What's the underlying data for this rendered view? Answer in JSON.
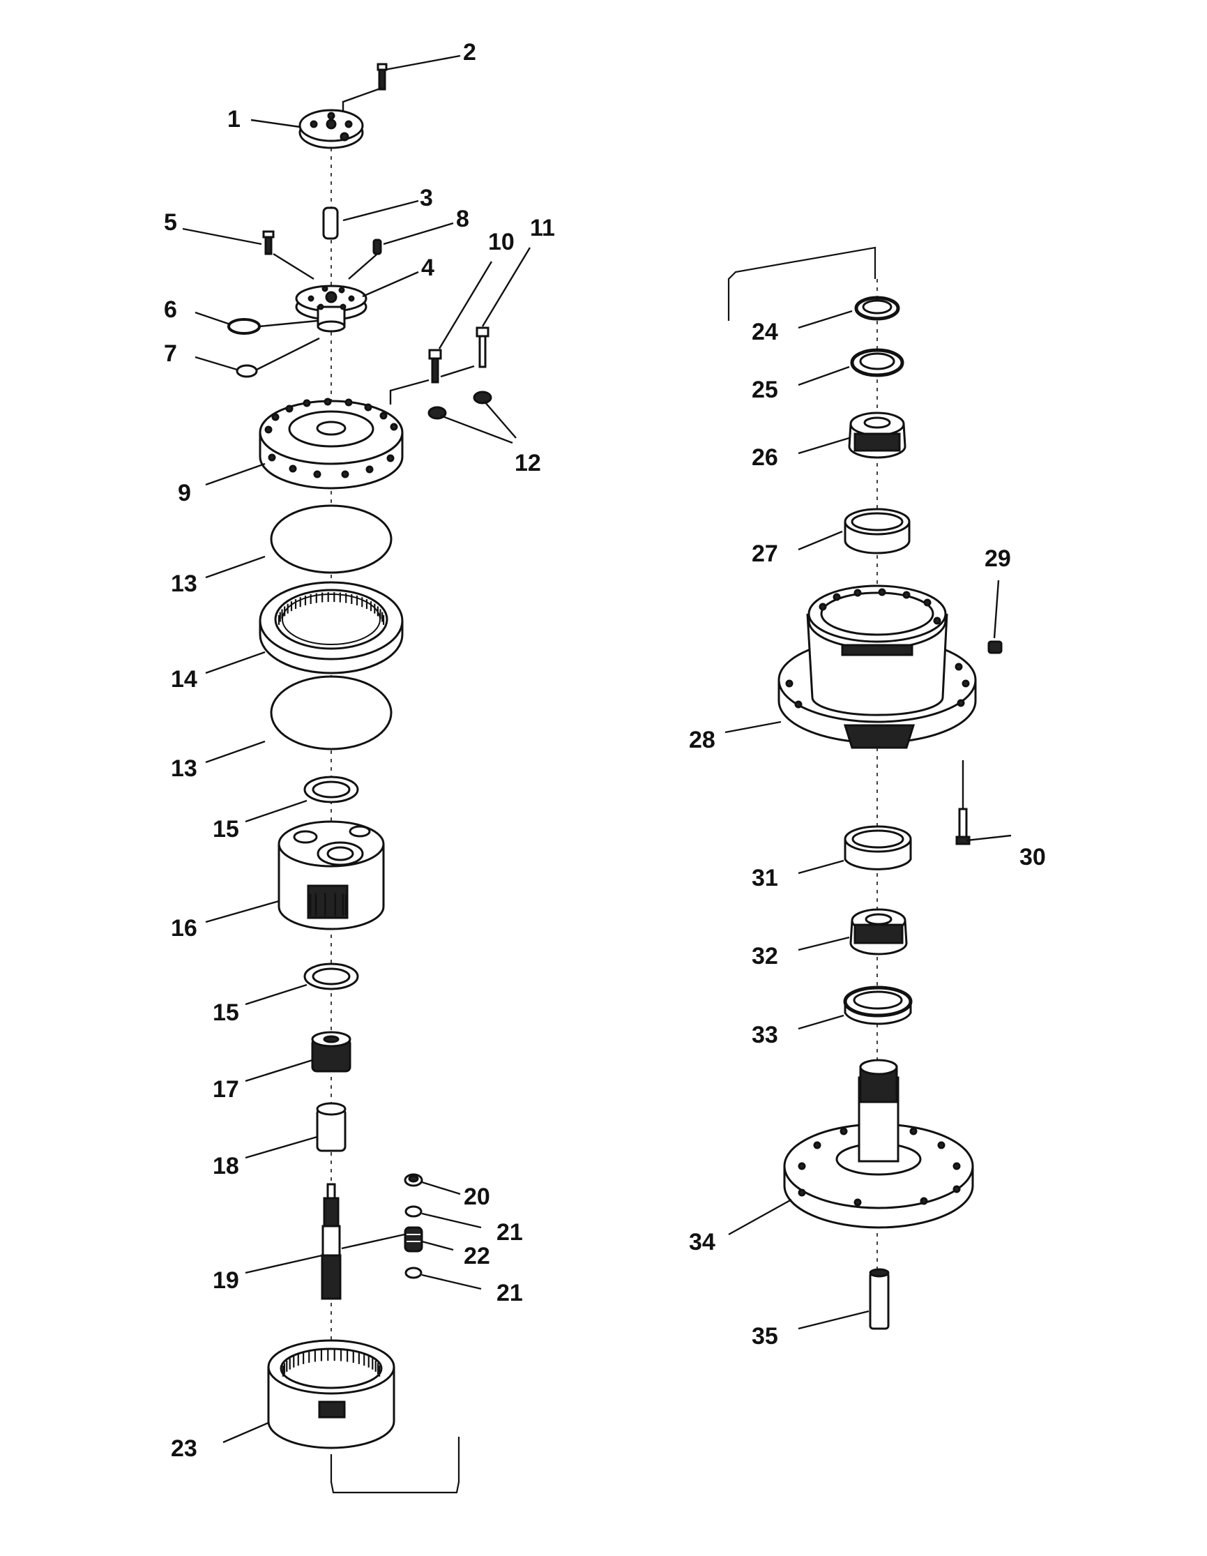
{
  "callouts": {
    "c1": "1",
    "c2": "2",
    "c3": "3",
    "c4": "4",
    "c5": "5",
    "c6": "6",
    "c7": "7",
    "c8": "8",
    "c9": "9",
    "c10": "10",
    "c11": "11",
    "c12": "12",
    "c13a": "13",
    "c13b": "13",
    "c14": "14",
    "c15a": "15",
    "c15b": "15",
    "c16": "16",
    "c17": "17",
    "c18": "18",
    "c19": "19",
    "c20": "20",
    "c21a": "21",
    "c21b": "21",
    "c22": "22",
    "c23": "23",
    "c24": "24",
    "c25": "25",
    "c26": "26",
    "c27": "27",
    "c28": "28",
    "c29": "29",
    "c30": "30",
    "c31": "31",
    "c32": "32",
    "c33": "33",
    "c34": "34",
    "c35": "35"
  },
  "colors": {
    "ink": "#111111",
    "paper": "#ffffff"
  }
}
